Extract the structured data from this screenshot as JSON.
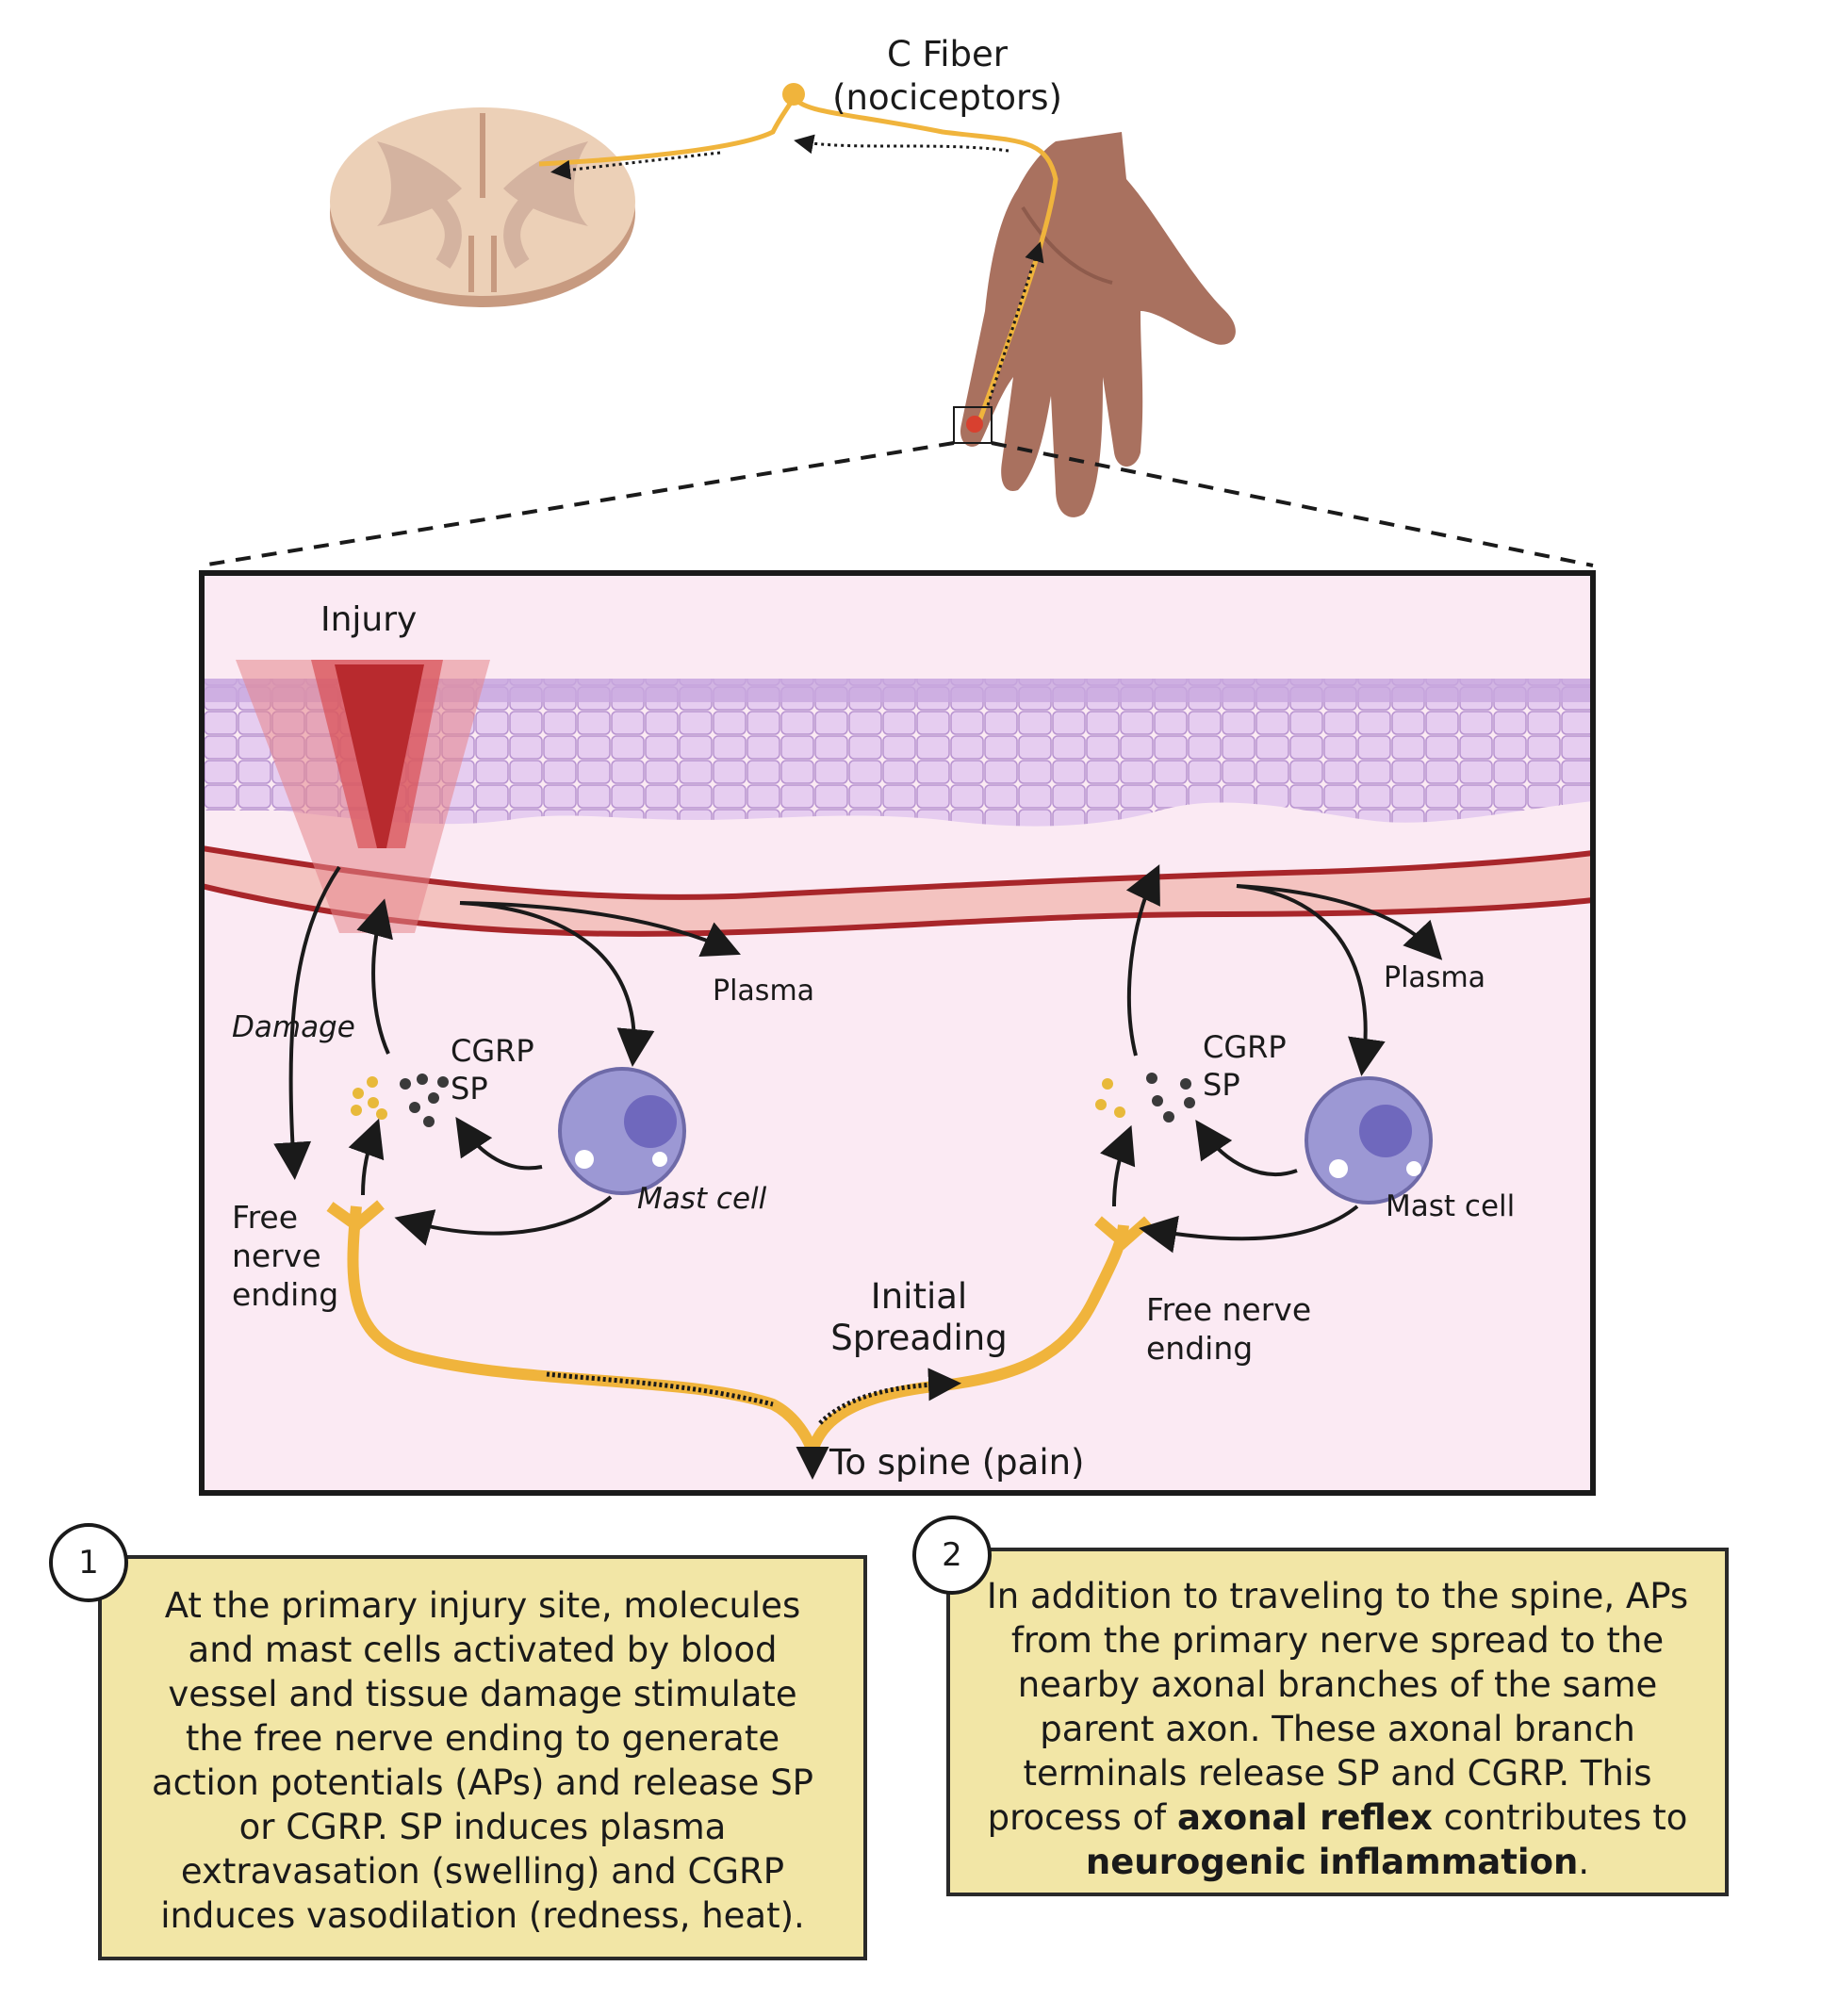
{
  "fiber": {
    "title": "C Fiber",
    "subtitle": "(nociceptors)"
  },
  "inset": {
    "injury": "Injury",
    "damage": "Damage",
    "cgrp_left": "CGRP",
    "sp_left": "SP",
    "cgrp_right": "CGRP",
    "sp_right": "SP",
    "plasma_left": "Plasma",
    "plasma_right": "Plasma",
    "mast_left": "Mast cell",
    "mast_right": "Mast cell",
    "free_left": [
      "Free",
      "nerve",
      "ending"
    ],
    "free_right": [
      "Free nerve",
      "ending"
    ],
    "initial": [
      "Initial",
      "Spreading"
    ],
    "spine": "To spine (pain)"
  },
  "step1": {
    "number": "1",
    "lines": [
      "At the primary injury site, molecules",
      "and mast cells activated by blood",
      "vessel and tissue damage stimulate",
      "the free nerve ending to generate",
      "action potentials (APs) and release SP",
      "or CGRP. SP induces plasma",
      "extravasation (swelling) and CGRP",
      "induces vasodilation (redness, heat)."
    ]
  },
  "step2": {
    "number": "2",
    "lines": [
      "In addition to traveling to the spine, APs",
      "from the primary nerve spread to the",
      "nearby axonal branches of the same",
      "parent axon. These axonal branch",
      "terminals release SP and CGRP. This"
    ],
    "line6_pre": "process of ",
    "line6_bold": "axonal reflex",
    "line6_post": " contributes to",
    "line7_bold": "neurogenic inflammation",
    "line7_post": "."
  },
  "colors": {
    "nerve": "#f0b43c",
    "note_bg": "#f2e6a6",
    "tissue": "#fbeaf3",
    "vessel": "#a8262a",
    "mast": "#9c98d4"
  }
}
